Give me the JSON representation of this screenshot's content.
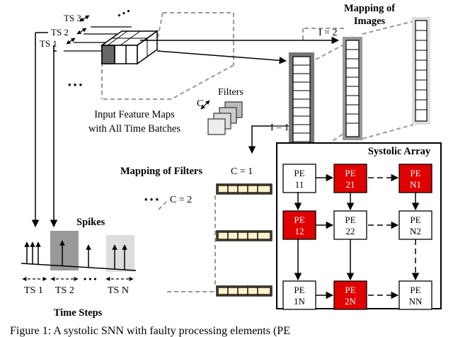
{
  "input": {
    "ts_labels": [
      "TS 3",
      "TS 2",
      "TS 1"
    ],
    "ellipsis": "• • •",
    "caption_line1": "Input Feature Maps",
    "caption_line2": "with All Time Batches"
  },
  "mapping_images": {
    "title_line1": "Mapping of",
    "title_line2": "Images",
    "i2_label": "I = 2",
    "i1_label": "I = 1"
  },
  "filters": {
    "title": "Filters",
    "c_label": "C"
  },
  "mapping_filters": {
    "title": "Mapping of Filters",
    "c1_label": "C = 1",
    "c2_label": "C = 2",
    "ellipsis": "• • •"
  },
  "spikes": {
    "title": "Spikes",
    "ts_labels": [
      "TS 1",
      "TS 2",
      "TS N"
    ],
    "axis_label": "Time Steps",
    "ellipsis": "• • •"
  },
  "systolic": {
    "title": "Systolic Array",
    "pe_prefix": "PE",
    "cells": [
      {
        "id": "11",
        "faulty": false
      },
      {
        "id": "21",
        "faulty": true
      },
      {
        "id": "N1",
        "faulty": true
      },
      {
        "id": "12",
        "faulty": true
      },
      {
        "id": "22",
        "faulty": false
      },
      {
        "id": "N2",
        "faulty": false
      },
      {
        "id": "1N",
        "faulty": false
      },
      {
        "id": "2N",
        "faulty": true
      },
      {
        "id": "NN",
        "faulty": false
      }
    ]
  },
  "caption": {
    "text": "Figure 1: A systolic SNN with faulty processing elements (PE"
  },
  "colors": {
    "faulty": "#e00000",
    "filter_fill": "#fff2cc",
    "gray_dark": "#777777",
    "gray_mid": "#999999",
    "gray_light": "#cccccc"
  }
}
